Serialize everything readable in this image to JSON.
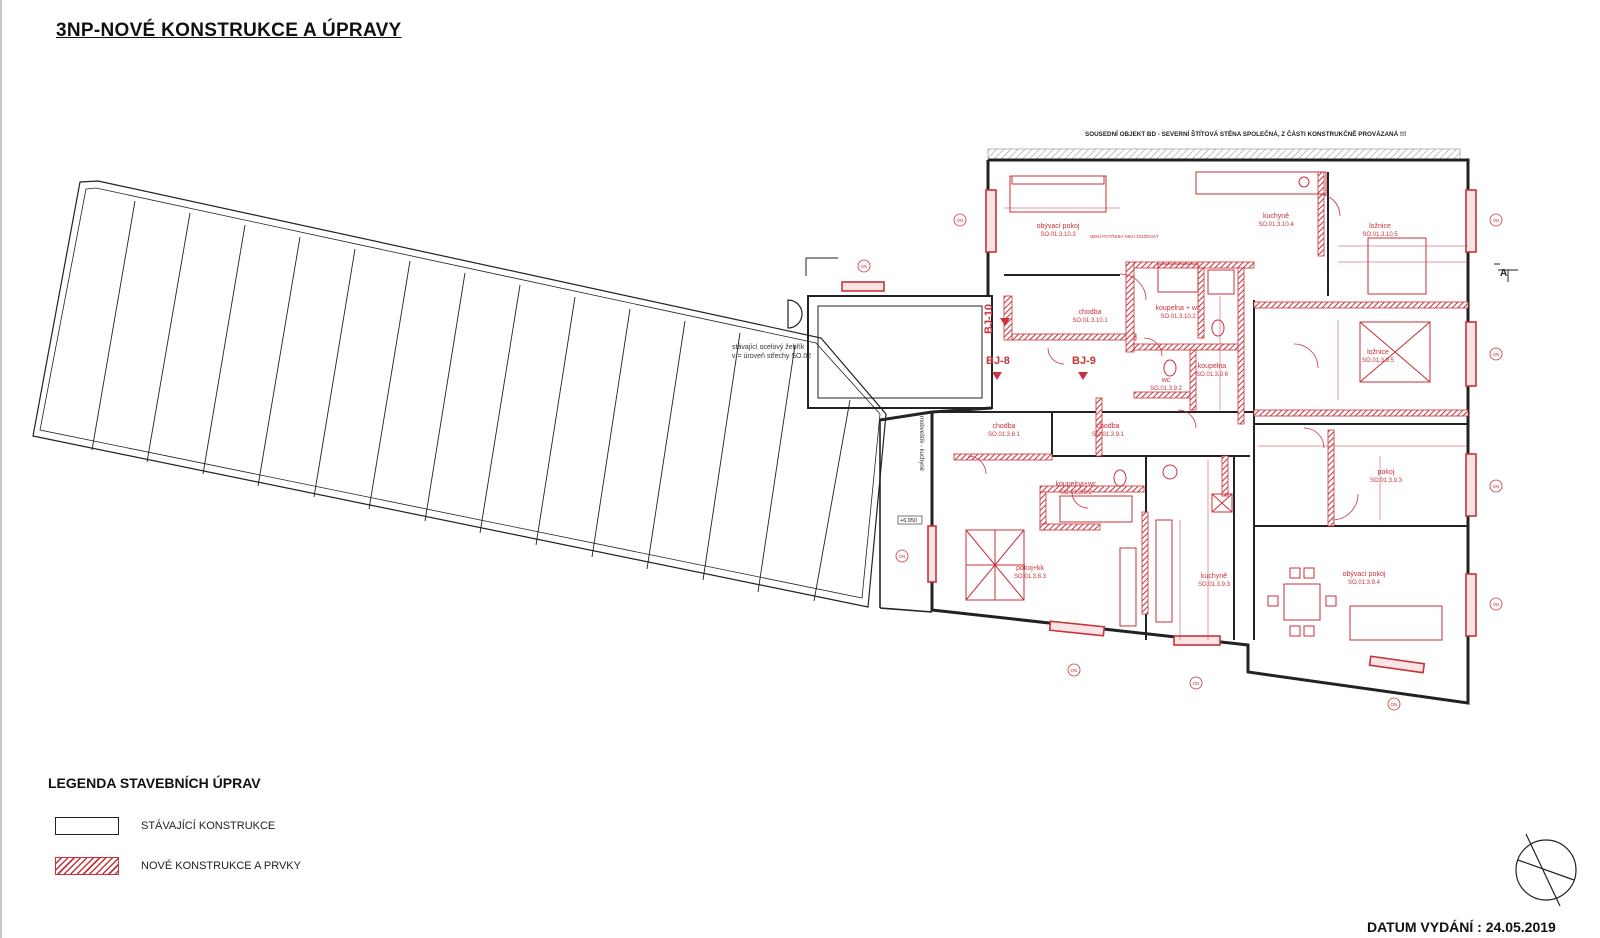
{
  "title": "3NP-NOVÉ KONSTRUKCE A ÚPRAVY",
  "neighbor_note": "SOUSEDNÍ OBJEKT BD - SEVERNÍ ŠTÍTOVÁ STĚNA SPOLEČNÁ, Z ČÁSTI KONSTRUKČNĚ PROVÁZANÁ !!!",
  "ladder_note_1": "stávající ocelový žebřík",
  "ladder_note_2": "v = úroveň střechy SO.02",
  "rooms": [
    {
      "name": "obývací pokoj",
      "code": "SO.01.3.10.3"
    },
    {
      "name": "kuchyně",
      "code": "SO.01.3.10.4"
    },
    {
      "name": "ložnice",
      "code": "SO.01.3.10.5"
    },
    {
      "name": "chodba",
      "code": "SO.01.3.10.1"
    },
    {
      "name": "koupelna + wc",
      "code": "SO.01.3.10.2"
    },
    {
      "name": "ložnice",
      "code": "SO.01.3.9.5"
    },
    {
      "name": "wc",
      "code": "SO.01.3.9.2"
    },
    {
      "name": "koupelna",
      "code": "SO.01.3.9.6"
    },
    {
      "name": "chodba",
      "code": "SO.01.3.8.1"
    },
    {
      "name": "chodba",
      "code": "SO.01.3.9.1"
    },
    {
      "name": "koupelna+wc",
      "code": "SO.01.3.8.2"
    },
    {
      "name": "pokoj",
      "code": "SO.01.3.9.3"
    },
    {
      "name": "pokoj+kk",
      "code": "SO.01.3.8.3"
    },
    {
      "name": "kuchyně",
      "code": "SO.01.3.9.3"
    },
    {
      "name": "obývací pokoj",
      "code": "SO.01.3.9.4"
    }
  ],
  "unit_tags": [
    "BJ-10",
    "BJ-8",
    "BJ-9"
  ],
  "small_note": "NENÍ POTŘEBA NIKU DOZDÍVAT",
  "side_label": "mobveštík - kuchyně",
  "level_mark": "+6.950",
  "section_mark": "A",
  "window_tag": "ON",
  "legend": {
    "title": "LEGENDA STAVEBNÍCH ÚPRAV",
    "existing": "STÁVAJÍCÍ KONSTRUKCE",
    "new": "NOVÉ KONSTRUKCE A PRVKY"
  },
  "date_label": "DATUM VYDÁNÍ : 24.05.2019",
  "colors": {
    "existing": "#222222",
    "new": "#c8323a",
    "background": "#ffffff"
  }
}
